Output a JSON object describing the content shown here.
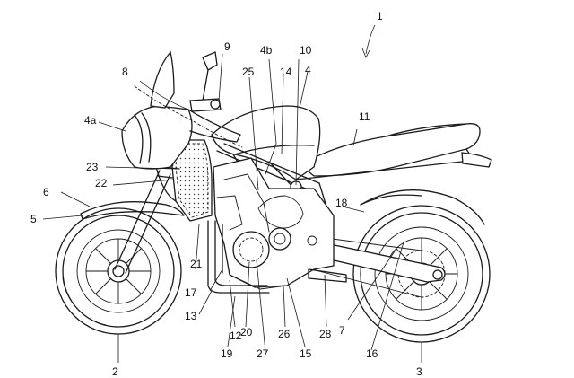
{
  "figure": {
    "title": "",
    "line_color": "#1a1a1a",
    "background": "#ffffff"
  },
  "labels": {
    "l1": "1",
    "l2": "2",
    "l3": "3",
    "l4": "4",
    "l4a": "4a",
    "l4b": "4b",
    "l5": "5",
    "l6": "6",
    "l7": "7",
    "l8": "8",
    "l9": "9",
    "l10": "10",
    "l11": "11",
    "l12": "12",
    "l13": "13",
    "l14": "14",
    "l15": "15",
    "l16": "16",
    "l17": "17",
    "l18": "18",
    "l19": "19",
    "l20": "20",
    "l21": "21",
    "l22": "22",
    "l23": "23",
    "l25": "25",
    "l26": "26",
    "l27": "27",
    "l28": "28"
  }
}
